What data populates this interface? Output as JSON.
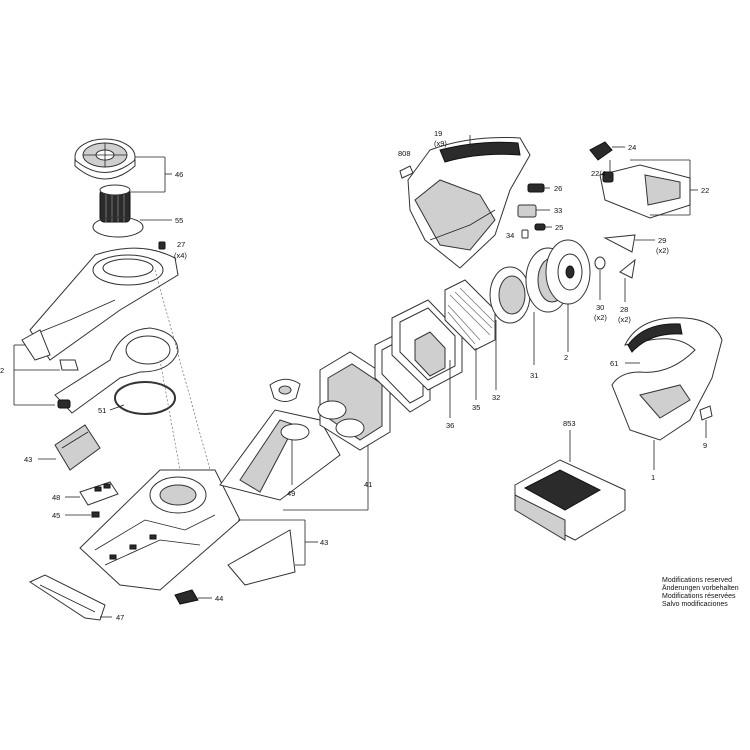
{
  "labels": {
    "p1": "1",
    "p2": "2",
    "p9": "9",
    "p19": "19",
    "p19q": "(x9)",
    "p22": "22",
    "p22_4": "22/4",
    "p24": "24",
    "p25": "25",
    "p26": "26",
    "p27": "27",
    "p27q": "(x4)",
    "p28": "28",
    "p28q": "(x2)",
    "p29": "29",
    "p29q": "(x2)",
    "p30": "30",
    "p30q": "(x2)",
    "p31": "31",
    "p32": "32",
    "p33": "33",
    "p34": "34",
    "p35": "35",
    "p36": "36",
    "p41": "41",
    "p43a": "43",
    "p43b": "43",
    "p44": "44",
    "p45": "45",
    "p46": "46",
    "p47": "47",
    "p48": "48",
    "p49": "49",
    "p51": "51",
    "p55": "55",
    "p61": "61",
    "p808": "808",
    "p853": "853",
    "p2left": "2"
  },
  "notice": [
    "Modifications reserved",
    "Änderungen vorbehalten",
    "Modifications réservées",
    "Salvo modificaciones"
  ]
}
